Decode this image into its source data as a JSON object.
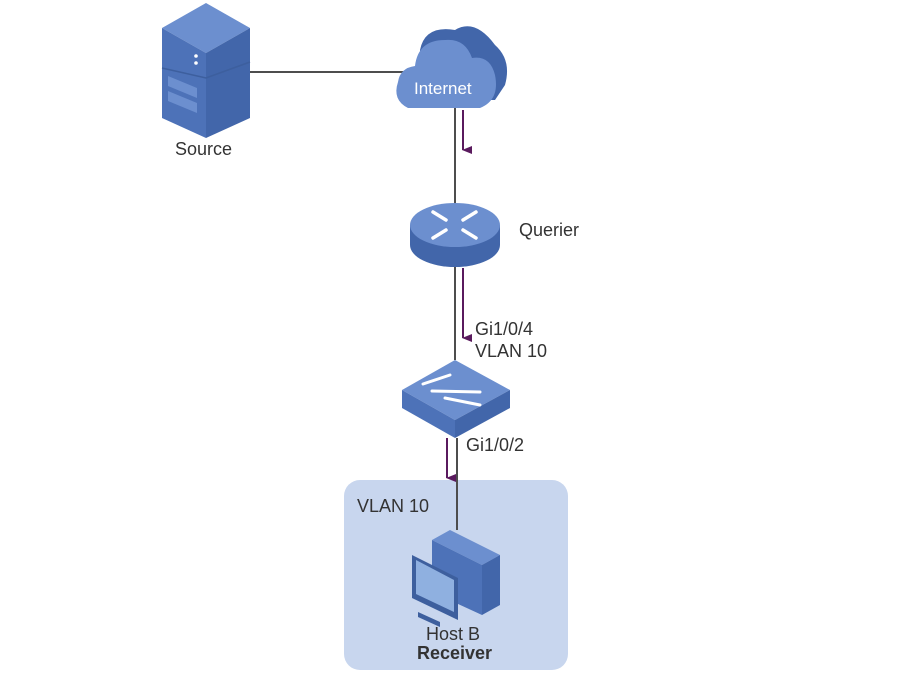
{
  "nodes": {
    "source": {
      "label": "Source"
    },
    "internet": {
      "label": "Internet"
    },
    "querier": {
      "label": "Querier"
    },
    "switch": {
      "port_up": "Gi1/0/4",
      "vlan_up": "VLAN 10",
      "port_down": "Gi1/0/2"
    },
    "host": {
      "vlan_label": "VLAN 10",
      "name": "Host B",
      "role": "Receiver"
    }
  },
  "colors": {
    "device_blue": "#4d72b8",
    "device_light": "#6c8fcf",
    "link": "#4d4d4d",
    "flow_arrow": "#5a1a5e",
    "vlan_box": "#c8d6ee"
  }
}
